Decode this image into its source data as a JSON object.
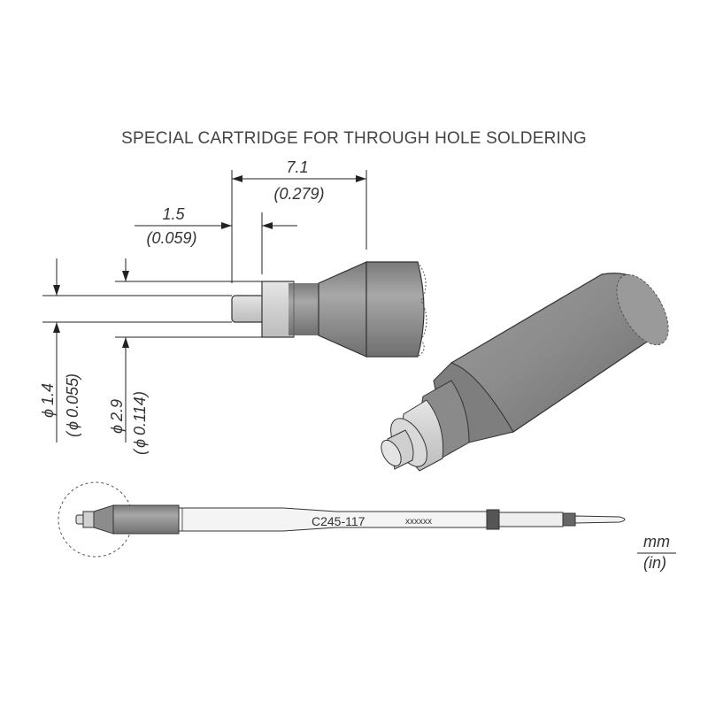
{
  "title": "SPECIAL CARTRIDGE FOR THROUGH HOLE SOLDERING",
  "dimensions": {
    "length_total_mm": "7.1",
    "length_total_in": "(0.279)",
    "tip_length_mm": "1.5",
    "tip_length_in": "(0.059)",
    "inner_diameter_mm": "1.4",
    "inner_diameter_in": "0.055",
    "outer_diameter_mm": "2.9",
    "outer_diameter_in": "0.114",
    "diameter_symbol": "ϕ"
  },
  "cartridge": {
    "model": "C245-117",
    "serial": "xxxxxx"
  },
  "units": {
    "mm": "mm",
    "in": "(in)"
  },
  "colors": {
    "body_gray": "#8c8c8c",
    "light_gray": "#cfcfcf",
    "dark_band": "#555555"
  }
}
